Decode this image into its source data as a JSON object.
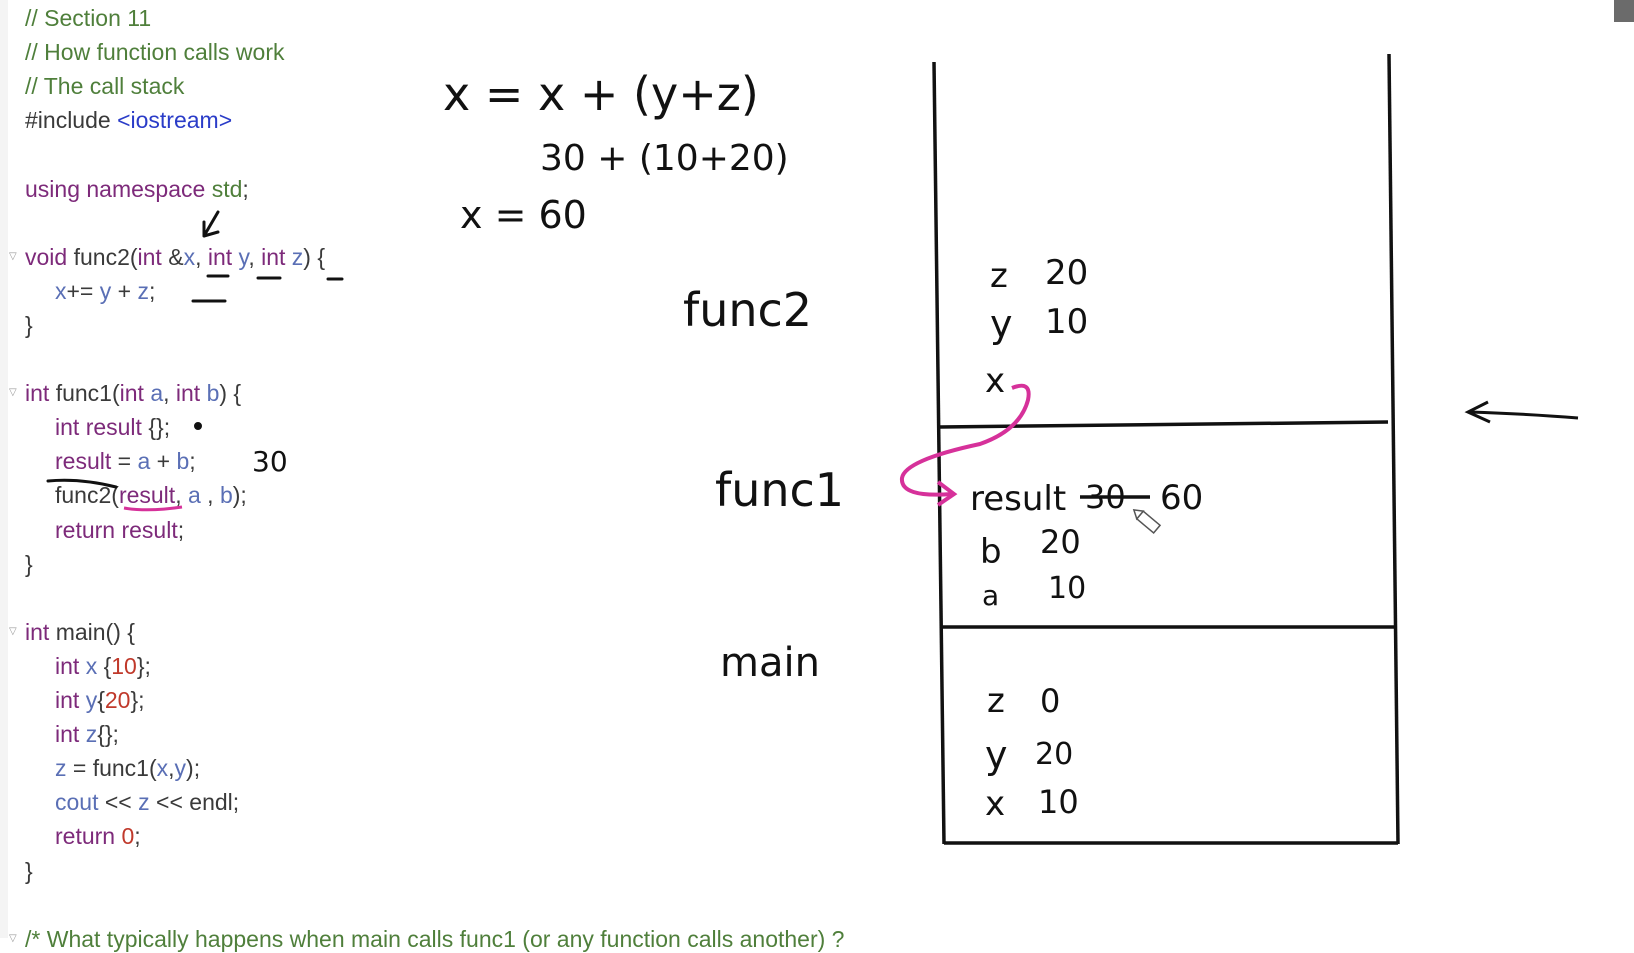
{
  "editor": {
    "lines": [
      {
        "indent": false,
        "tokens": [
          [
            "cm",
            "// Section 11"
          ]
        ]
      },
      {
        "indent": false,
        "tokens": [
          [
            "cm",
            "// How function calls work"
          ]
        ]
      },
      {
        "indent": false,
        "tokens": [
          [
            "cm",
            "// The call stack"
          ]
        ]
      },
      {
        "indent": false,
        "tokens": [
          [
            "plain",
            "#include "
          ],
          [
            "str",
            "<iostream>"
          ]
        ]
      },
      {
        "indent": false,
        "tokens": []
      },
      {
        "indent": false,
        "tokens": [
          [
            "kw",
            "using namespace "
          ],
          [
            "cm",
            "std"
          ],
          [
            "plain",
            ";"
          ]
        ]
      },
      {
        "indent": false,
        "tokens": []
      },
      {
        "indent": false,
        "fold": true,
        "tokens": [
          [
            "kw",
            "void "
          ],
          [
            "plain",
            "func2("
          ],
          [
            "kw",
            "int "
          ],
          [
            "plain",
            "&"
          ],
          [
            "var",
            "x"
          ],
          [
            "plain",
            ", "
          ],
          [
            "kw",
            "int "
          ],
          [
            "var",
            "y"
          ],
          [
            "plain",
            ", "
          ],
          [
            "kw",
            "int "
          ],
          [
            "var",
            "z"
          ],
          [
            "plain",
            ") {"
          ]
        ]
      },
      {
        "indent": true,
        "tokens": [
          [
            "var",
            "x"
          ],
          [
            "plain",
            "+= "
          ],
          [
            "var",
            "y"
          ],
          [
            "plain",
            " + "
          ],
          [
            "var",
            "z"
          ],
          [
            "plain",
            ";"
          ]
        ]
      },
      {
        "indent": false,
        "tokens": [
          [
            "plain",
            "}"
          ]
        ]
      },
      {
        "indent": false,
        "tokens": []
      },
      {
        "indent": false,
        "fold": true,
        "tokens": [
          [
            "kw",
            "int "
          ],
          [
            "plain",
            "func1("
          ],
          [
            "kw",
            "int "
          ],
          [
            "var",
            "a"
          ],
          [
            "plain",
            ", "
          ],
          [
            "kw",
            "int "
          ],
          [
            "var",
            "b"
          ],
          [
            "plain",
            ") {"
          ]
        ]
      },
      {
        "indent": true,
        "tokens": [
          [
            "kw",
            "int "
          ],
          [
            "kw",
            "result "
          ],
          [
            "plain",
            "{};"
          ]
        ]
      },
      {
        "indent": true,
        "tokens": [
          [
            "kw",
            "result"
          ],
          [
            "plain",
            " = "
          ],
          [
            "var",
            "a"
          ],
          [
            "plain",
            " + "
          ],
          [
            "var",
            "b"
          ],
          [
            "plain",
            ";"
          ]
        ]
      },
      {
        "indent": true,
        "tokens": [
          [
            "plain",
            "func2("
          ],
          [
            "kw",
            "result"
          ],
          [
            "plain",
            ", "
          ],
          [
            "var",
            "a"
          ],
          [
            "plain",
            " , "
          ],
          [
            "var",
            "b"
          ],
          [
            "plain",
            ");"
          ]
        ]
      },
      {
        "indent": true,
        "tokens": [
          [
            "kw",
            "return "
          ],
          [
            "kw",
            "result"
          ],
          [
            "plain",
            ";"
          ]
        ]
      },
      {
        "indent": false,
        "tokens": [
          [
            "plain",
            "}"
          ]
        ]
      },
      {
        "indent": false,
        "tokens": []
      },
      {
        "indent": false,
        "fold": true,
        "tokens": [
          [
            "kw",
            "int "
          ],
          [
            "plain",
            "main() {"
          ]
        ]
      },
      {
        "indent": true,
        "tokens": [
          [
            "kw",
            "int "
          ],
          [
            "var",
            "x"
          ],
          [
            "plain",
            " {"
          ],
          [
            "num",
            "10"
          ],
          [
            "plain",
            "};"
          ]
        ]
      },
      {
        "indent": true,
        "tokens": [
          [
            "kw",
            "int "
          ],
          [
            "var",
            "y"
          ],
          [
            "plain",
            "{"
          ],
          [
            "num",
            "20"
          ],
          [
            "plain",
            "};"
          ]
        ]
      },
      {
        "indent": true,
        "tokens": [
          [
            "kw",
            "int "
          ],
          [
            "var",
            "z"
          ],
          [
            "plain",
            "{};"
          ]
        ]
      },
      {
        "indent": true,
        "tokens": [
          [
            "var",
            "z"
          ],
          [
            "plain",
            " = func1("
          ],
          [
            "var",
            "x"
          ],
          [
            "plain",
            ","
          ],
          [
            "var",
            "y"
          ],
          [
            "plain",
            ");"
          ]
        ]
      },
      {
        "indent": true,
        "tokens": [
          [
            "var",
            "cout"
          ],
          [
            "plain",
            " << "
          ],
          [
            "var",
            "z"
          ],
          [
            "plain",
            " << endl;"
          ]
        ]
      },
      {
        "indent": true,
        "tokens": [
          [
            "kw",
            "return "
          ],
          [
            "num",
            "0"
          ],
          [
            "plain",
            ";"
          ]
        ]
      },
      {
        "indent": false,
        "tokens": [
          [
            "plain",
            "}"
          ]
        ]
      },
      {
        "indent": false,
        "tokens": []
      },
      {
        "indent": false,
        "fold": true,
        "tokens": [
          [
            "cm",
            "/* What typically happens when main calls func1 (or any function calls another) ?"
          ]
        ]
      }
    ]
  },
  "annotations": {
    "expr_line1": "x = x + (y+z)",
    "expr_line2": "30 + (10+20)",
    "expr_line3": "x =  60",
    "code_note_30": "30",
    "frame_labels": {
      "func2": "func2",
      "func1": "func1",
      "main": "main"
    },
    "func2_frame": [
      {
        "name": "z",
        "value": "20"
      },
      {
        "name": "y",
        "value": "10"
      },
      {
        "name": "x",
        "value": ""
      }
    ],
    "func1_frame": [
      {
        "name": "result",
        "value": "60",
        "crossed_out": "30"
      },
      {
        "name": "b",
        "value": "20"
      },
      {
        "name": "a",
        "value": "10"
      }
    ],
    "main_frame": [
      {
        "name": "z",
        "value": "0"
      },
      {
        "name": "y",
        "value": "20"
      },
      {
        "name": "x",
        "value": "10"
      }
    ]
  },
  "colors": {
    "ink": "#111111",
    "pink_ink": "#d6319a"
  },
  "icons": [
    "pencil-cursor-icon",
    "arrow-left-icon",
    "arrow-down-left-icon"
  ]
}
